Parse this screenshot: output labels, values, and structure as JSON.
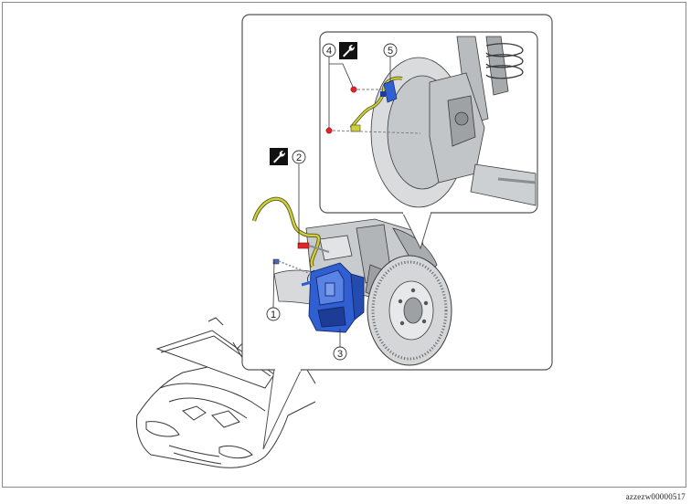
{
  "figure_id": "azzezw00000517",
  "callouts": [
    {
      "id": "1",
      "label": "1"
    },
    {
      "id": "2",
      "label": "2"
    },
    {
      "id": "3",
      "label": "3"
    },
    {
      "id": "4",
      "label": "4"
    },
    {
      "id": "5",
      "label": "5"
    }
  ],
  "icons": {
    "torque": "wrench-icon"
  },
  "colors": {
    "caliper": "#2f5fd0",
    "caliper_dark": "#1c3c96",
    "wire": "#c8c83a",
    "bolt_red": "#e0242a",
    "metal_light": "#e2e4e6",
    "metal_mid": "#b9bcbf",
    "metal_dark": "#6e7175",
    "outline": "#3a3a3a"
  }
}
